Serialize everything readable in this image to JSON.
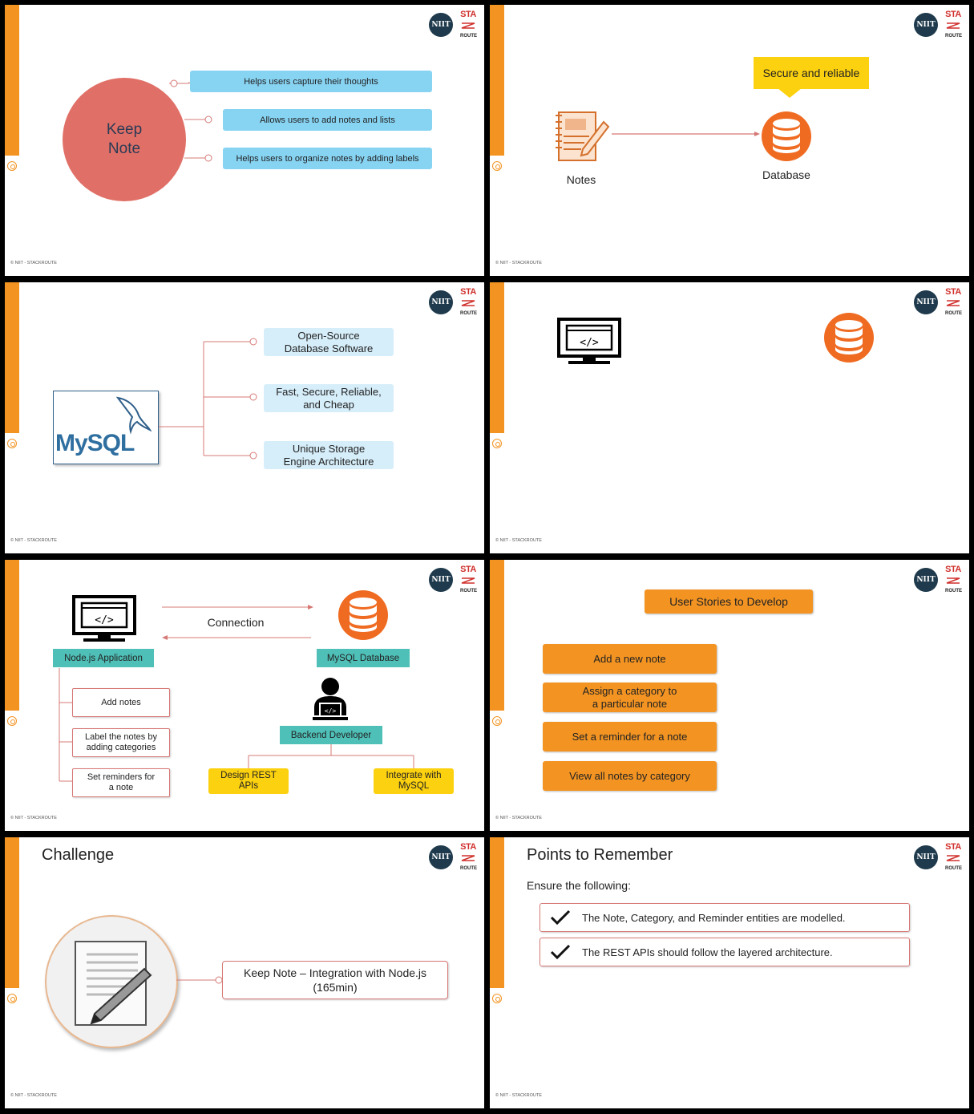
{
  "footer": "© NIIT - STACKROUTE",
  "logo": {
    "niit": "NIIT",
    "sta_top": "STA",
    "sta_bottom": "ROUTE"
  },
  "colors": {
    "orange": "#f39422",
    "blue": "#87d3f2",
    "light_blue": "#d6eefa",
    "teal": "#4fc0b8",
    "yellow": "#fcd10f",
    "red_circle": "#e07067",
    "navy": "#1e3a4c"
  },
  "slide1": {
    "circle_text": [
      "Keep",
      "Note"
    ],
    "items": [
      "Helps users capture their thoughts",
      "Allows users to add notes and lists",
      "Helps users to organize notes by adding labels"
    ]
  },
  "slide2": {
    "notes_label": "Notes",
    "database_label": "Database",
    "callout": "Secure and reliable",
    "icons": [
      "notepad-icon",
      "database-icon"
    ]
  },
  "slide3": {
    "logo_text": "MySQL",
    "features": [
      [
        "Open-Source",
        "Database Software"
      ],
      [
        "Fast, Secure, Reliable,",
        "and Cheap"
      ],
      [
        "Unique Storage",
        "Engine Architecture"
      ]
    ]
  },
  "slide4": {
    "icons": [
      "computer-code-icon",
      "database-icon"
    ]
  },
  "slide5": {
    "connection": "Connection",
    "node_app": "Node.js Application",
    "mysql_db": "MySQL Database",
    "backend_dev": "Backend Developer",
    "tasks": [
      [
        "Add notes"
      ],
      [
        "Label the notes by",
        "adding categories"
      ],
      [
        "Set reminders for",
        "a note"
      ]
    ],
    "dev_tasks": [
      [
        "Design REST",
        "APIs"
      ],
      [
        "Integrate with",
        "MySQL"
      ]
    ]
  },
  "slide6": {
    "header": "User Stories to Develop",
    "stories": [
      [
        "Add a new note"
      ],
      [
        "Assign a category to",
        "a particular note"
      ],
      [
        "Set a reminder for a note"
      ],
      [
        "View all notes by category"
      ]
    ]
  },
  "slide7": {
    "title": "Challenge",
    "challenge": [
      "Keep Note – Integration with Node.js",
      "(165min)"
    ]
  },
  "slide8": {
    "title": "Points to Remember",
    "intro": "Ensure the following:",
    "points": [
      "The Note, Category, and Reminder entities are modelled.",
      "The REST APIs should follow the layered architecture."
    ]
  }
}
